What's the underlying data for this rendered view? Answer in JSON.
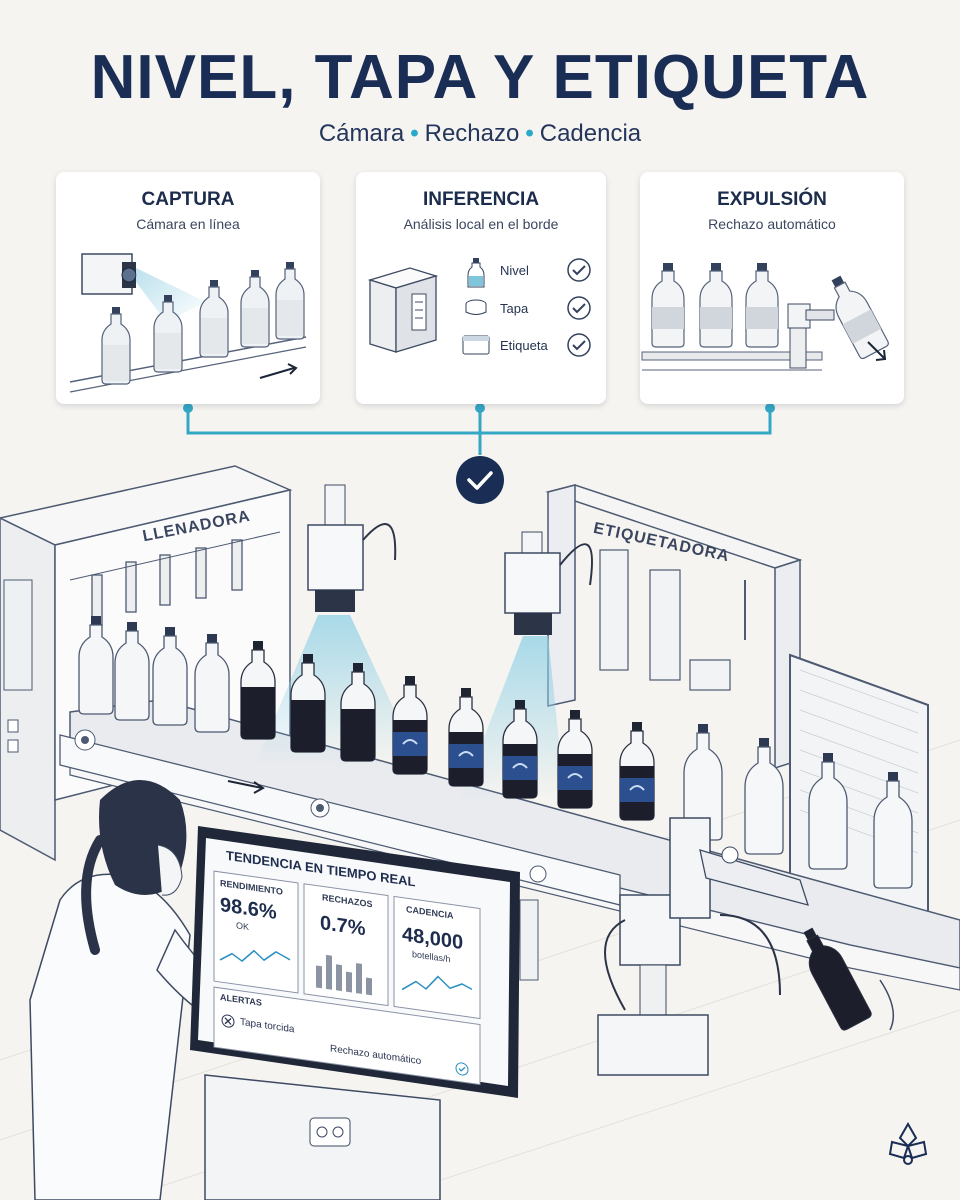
{
  "title": "NIVEL, TAPA Y ETIQUETA",
  "subtitle": {
    "part1": "Cámara",
    "part2": "Rechazo",
    "part3": "Cadencia"
  },
  "cards": {
    "capture": {
      "title": "CAPTURA",
      "subtitle": "Cámara en línea"
    },
    "inference": {
      "title": "INFERENCIA",
      "subtitle": "Análisis local en el borde",
      "checks": [
        "Nivel",
        "Tapa",
        "Etiqueta"
      ]
    },
    "ejection": {
      "title": "EXPULSIÓN",
      "subtitle": "Rechazo automático"
    }
  },
  "scene": {
    "filler_label": "LLENADORA",
    "labeler_label": "ETIQUETADORA"
  },
  "monitor": {
    "title": "TENDENCIA EN TIEMPO REAL",
    "yield": {
      "label": "RENDIMIENTO",
      "value": "98.6%",
      "unit": "OK"
    },
    "rejects": {
      "label": "RECHAZOS",
      "value": "0.7%"
    },
    "cadence": {
      "label": "CADENCIA",
      "value": "48,000",
      "unit": "botellas/h"
    },
    "alerts": {
      "label": "ALERTAS",
      "item": "Tapa torcida",
      "action": "Rechazo automático"
    }
  },
  "colors": {
    "navy": "#1a2d55",
    "accent": "#2aa9c9",
    "cola": "#1c1f2b",
    "label_blue": "#2b4f8f"
  }
}
